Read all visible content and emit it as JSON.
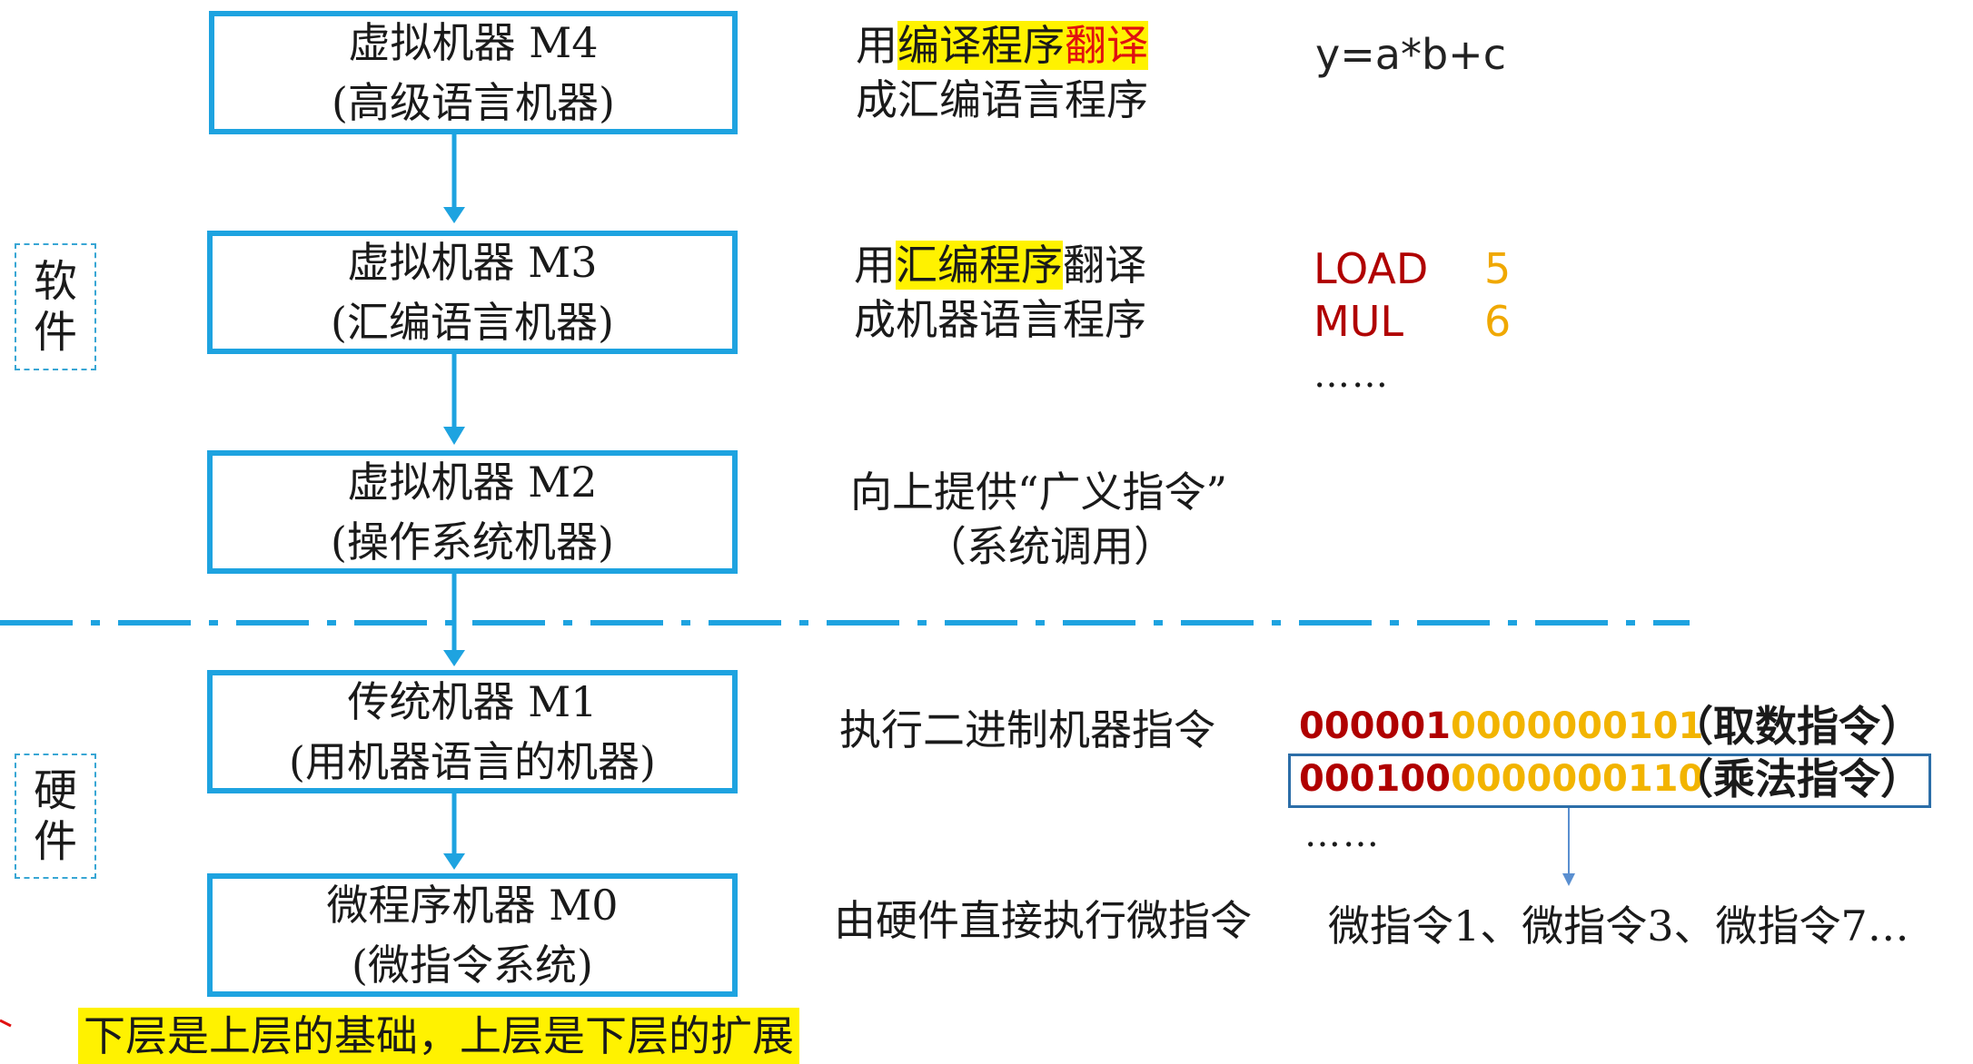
{
  "machines": [
    {
      "line1": "虚拟机器 M4",
      "line2": "(高级语言机器)"
    },
    {
      "line1": "虚拟机器 M3",
      "line2": "(汇编语言机器)"
    },
    {
      "line1": "虚拟机器 M2",
      "line2": "(操作系统机器)"
    },
    {
      "line1": "传统机器 M1",
      "line2": "(用机器语言的机器)"
    },
    {
      "line1": "微程序机器 M0",
      "line2": "(微指令系统)"
    }
  ],
  "side_labels": {
    "software": [
      "软",
      "件"
    ],
    "hardware": [
      "硬",
      "件"
    ]
  },
  "descriptions": {
    "m4": {
      "p1": "用",
      "p2": "编译程序",
      "p3": "翻译",
      "line2": "成汇编语言程序"
    },
    "m3": {
      "p1": "用",
      "p2": "汇编程序",
      "p3": "翻译",
      "line2": "成机器语言程序"
    },
    "m2": {
      "line1": "向上提供“广义指令”",
      "line2": "（系统调用）"
    },
    "m1": {
      "line1": "执行二进制机器指令"
    },
    "m0": {
      "line1": "由硬件直接执行微指令"
    }
  },
  "examples": {
    "m4_code": "y=a*b+c",
    "m3_code": [
      {
        "op": "LOAD",
        "arg": "5"
      },
      {
        "op": "MUL",
        "arg": "6"
      }
    ],
    "m3_dots": "……",
    "m1_binary": [
      {
        "opcode": "000001",
        "operand": "0000000101",
        "note": "（取数指令）"
      },
      {
        "opcode": "000100",
        "operand": "0000000110",
        "note": "（乘法指令）"
      }
    ],
    "m1_dots": "……",
    "m0_micro": "微指令1、微指令3、微指令7…"
  },
  "footer": "下层是上层的基础，上层是下层的扩展",
  "colors": {
    "box_border": "#1ea3e0",
    "highlight": "#fff200",
    "opcode": "#b00000",
    "operand": "#f2b400",
    "red_text": "#e01010"
  }
}
